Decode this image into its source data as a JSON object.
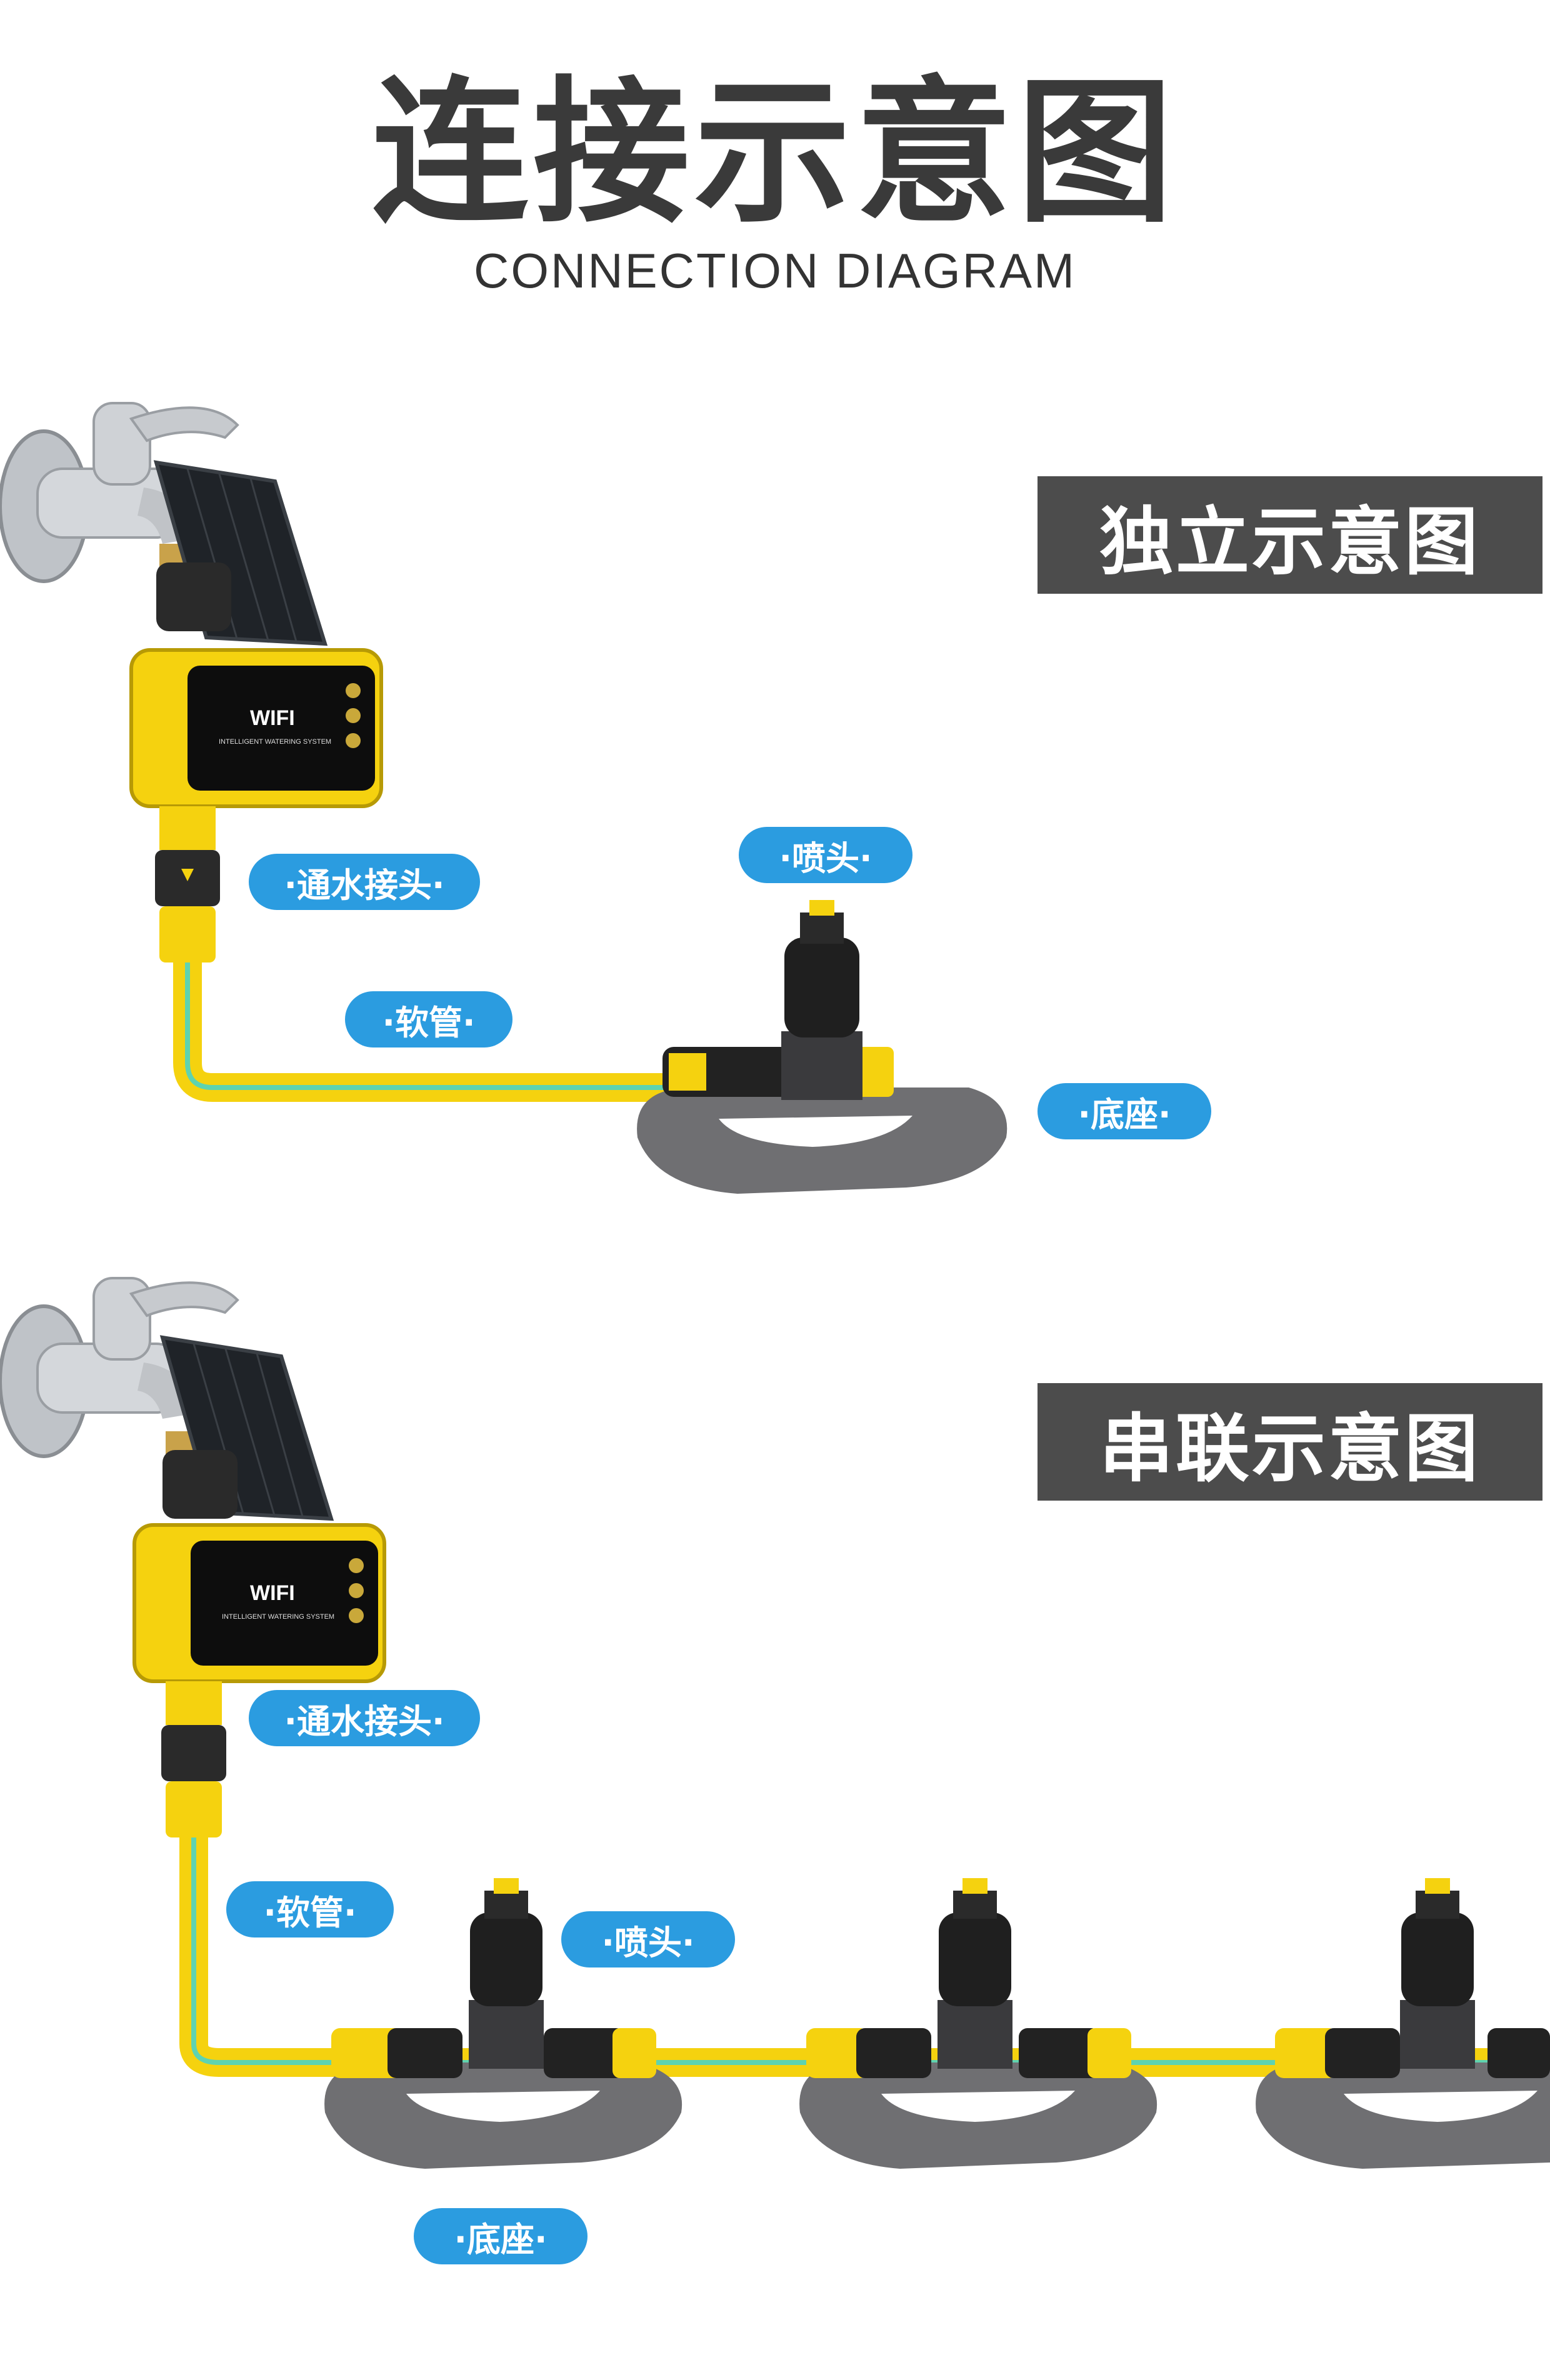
{
  "header": {
    "title": "连接示意图",
    "subtitle": "CONNECTION DIAGRAM"
  },
  "section1": {
    "badge": "独立示意图",
    "labels": {
      "connector": "·通水接头·",
      "hose": "·软管·",
      "nozzle": "·喷头·",
      "base": "·底座·"
    }
  },
  "section2": {
    "badge": "串联示意图",
    "labels": {
      "connector": "·通水接头·",
      "hose": "·软管·",
      "nozzle": "·喷头·",
      "base": "·底座·"
    }
  },
  "device": {
    "screen_brand": "WIFI",
    "screen_caption": "INTELLIGENT WATERING SYSTEM"
  },
  "colors": {
    "accent_yellow": "#f5d20f",
    "hose_green": "#5fd3b0",
    "label_blue": "#2b9ce0",
    "badge_gray": "#4c4c4c",
    "base_gray": "#6f6f72"
  }
}
